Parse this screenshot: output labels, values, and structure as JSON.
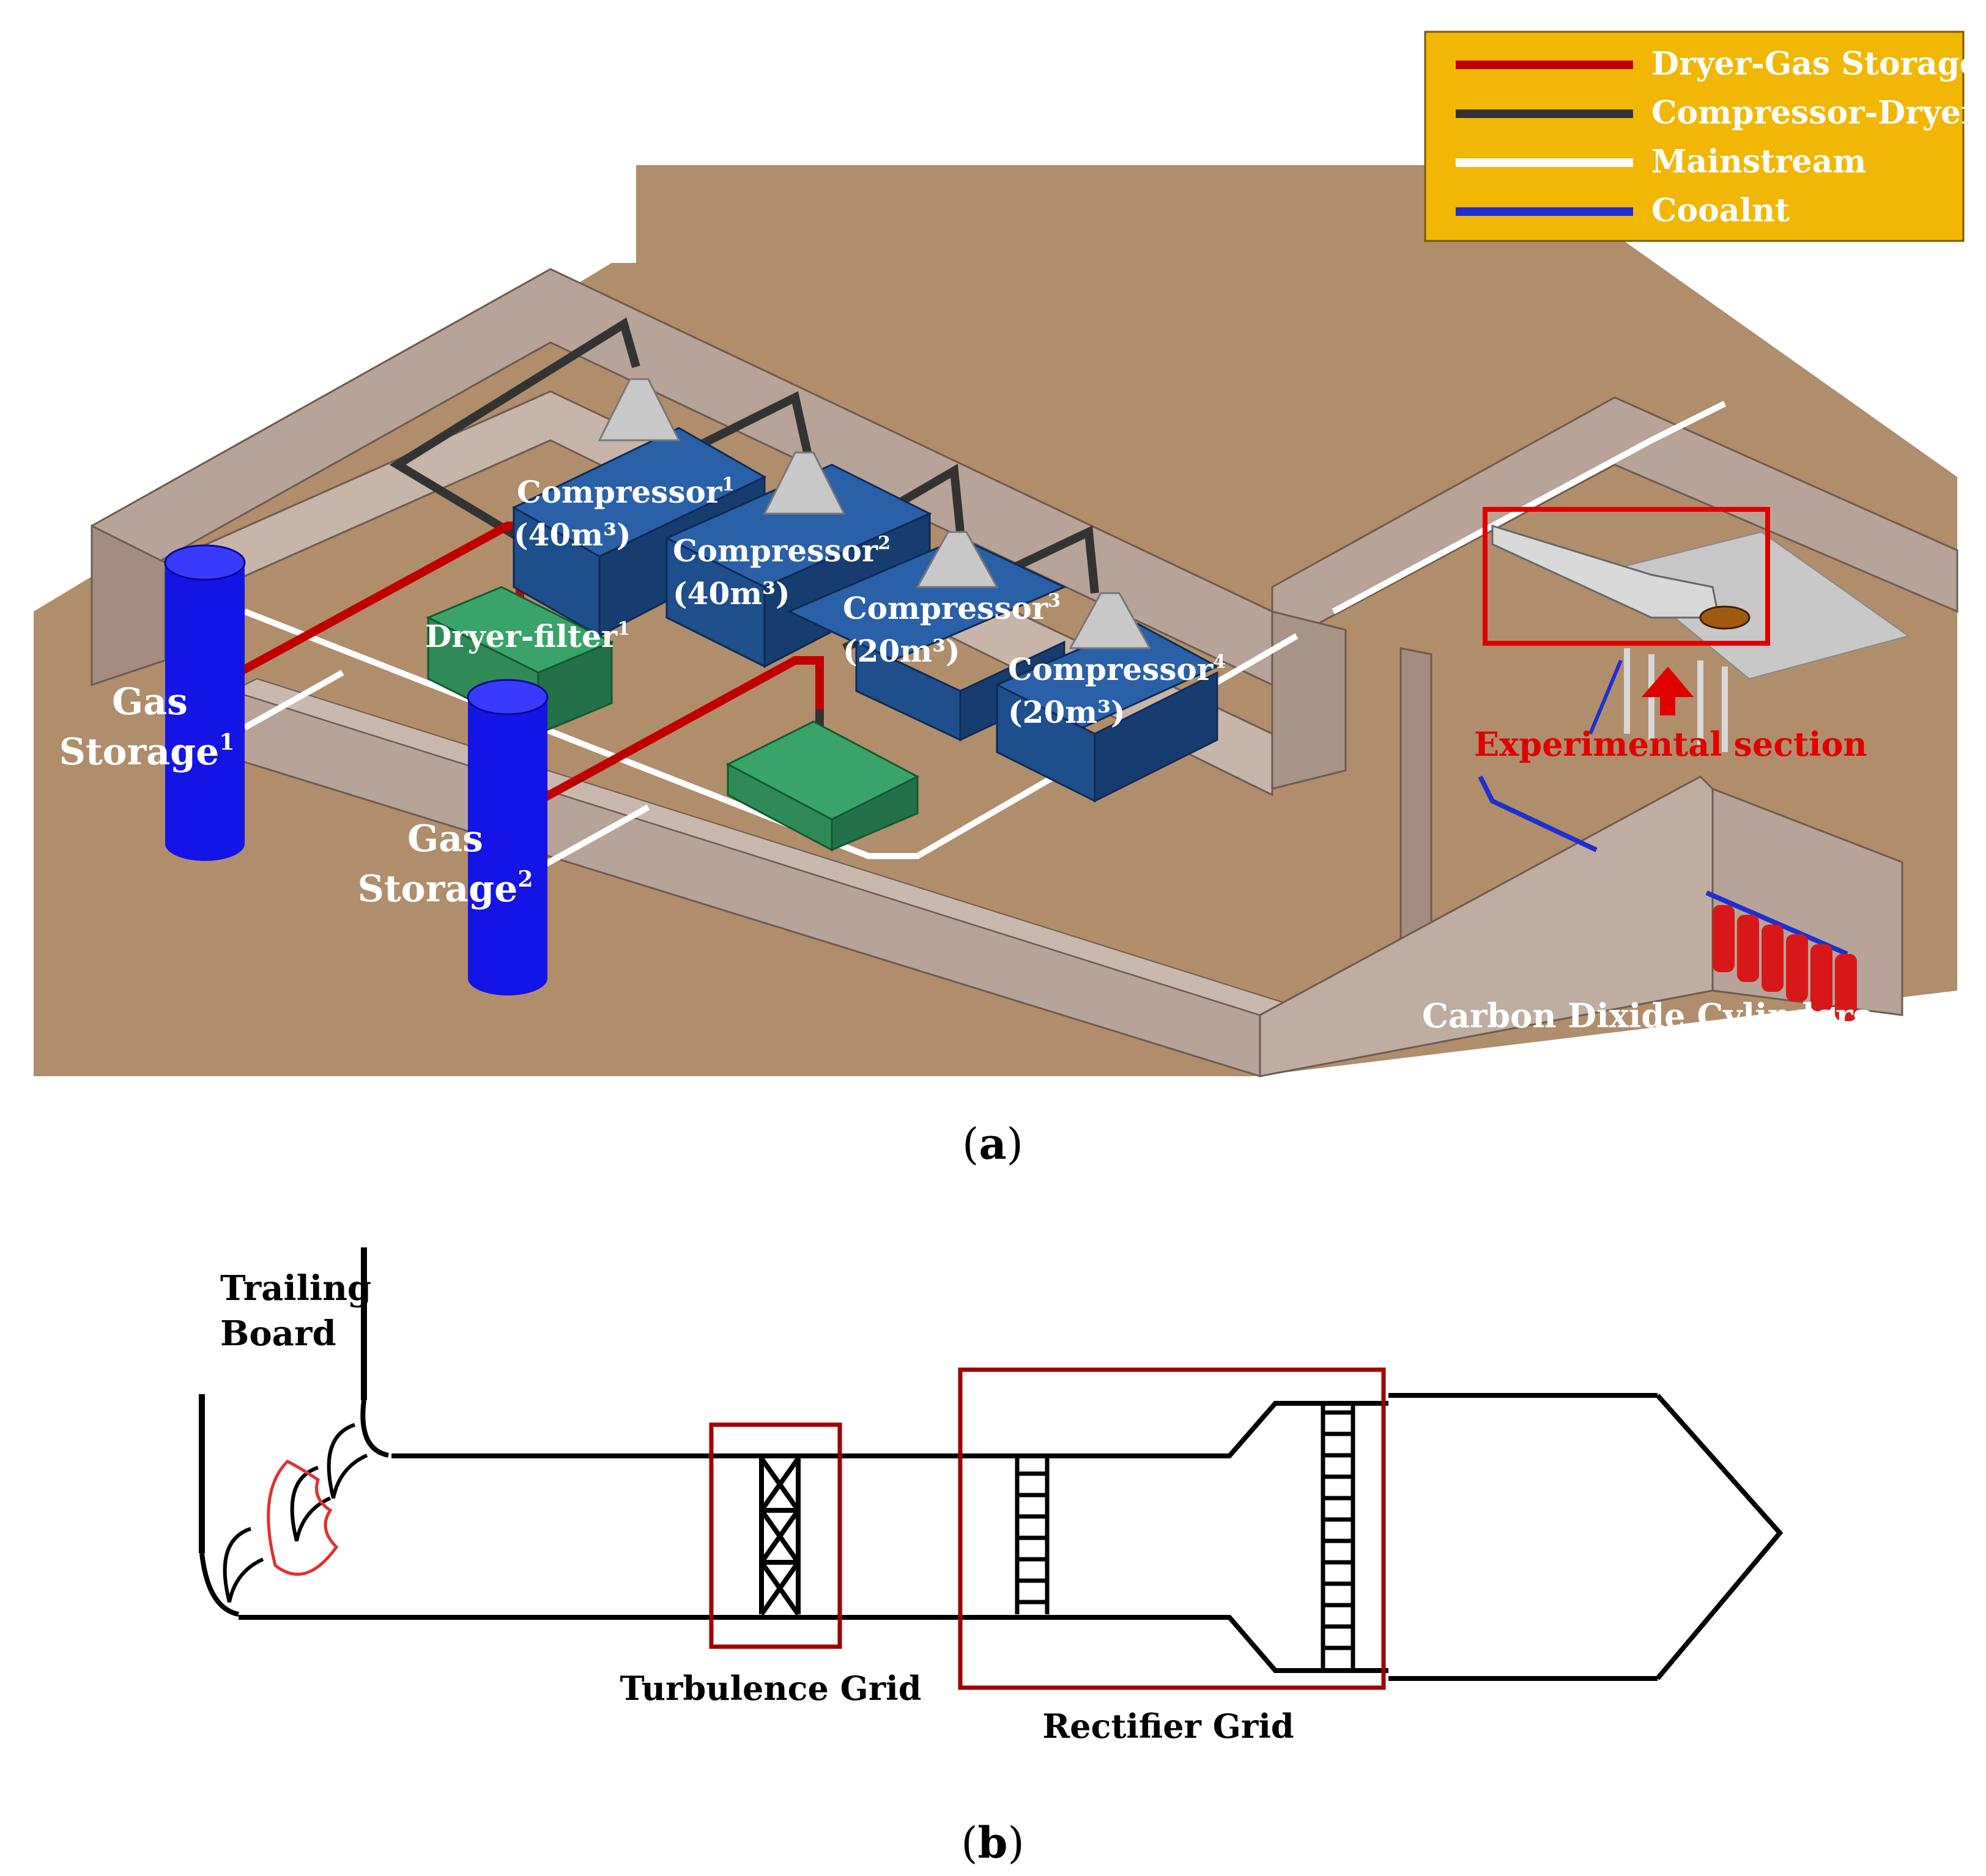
{
  "panel_a": {
    "caption_letter": "a",
    "legend": [
      {
        "label": "Dryer-Gas Storage",
        "color": "#c00000"
      },
      {
        "label": "Compressor-Dryer",
        "color": "#333333"
      },
      {
        "label": "Mainstream",
        "color": "#ffffff"
      },
      {
        "label": "Cooalnt",
        "color": "#1f2fd0"
      }
    ],
    "labels": {
      "compressor1_name": "Compressor",
      "compressor1_sup": "1",
      "compressor1_cap": "(40m³)",
      "compressor2_name": "Compressor",
      "compressor2_sup": "2",
      "compressor2_cap": "(40m³)",
      "compressor3_name": "Compressor",
      "compressor3_sup": "3",
      "compressor3_cap": "(20m³)",
      "compressor4_name": "Compressor",
      "compressor4_sup": "4",
      "compressor4_cap": "(20m³)",
      "dryer_name": "Dryer-filter",
      "dryer_sup": "1",
      "gas1_line1": "Gas",
      "gas1_line2": "Storage",
      "gas1_sup": "1",
      "gas2_line1": "Gas",
      "gas2_line2": "Storage",
      "gas2_sup": "2",
      "experimental": "Experimental section",
      "co2": "Carbon Dixide Cylinders"
    },
    "colors": {
      "floor": "#b08e6c",
      "wall": "#b8a398",
      "wall_dark": "#a48d80",
      "compressor": "#1f4e8c",
      "dryer": "#2e8b57",
      "gas_storage": "#1414e6",
      "legend_bg": "#f2b705",
      "highlight": "#e00000"
    }
  },
  "panel_b": {
    "caption_letter": "b",
    "labels": {
      "trailing_line1": "Trailing",
      "trailing_line2": "Board",
      "turbulence": "Turbulence Grid",
      "rectifier": "Rectifier Grid"
    },
    "colors": {
      "box": "#a00000",
      "line": "#000000",
      "blade_red": "#e03030"
    }
  }
}
